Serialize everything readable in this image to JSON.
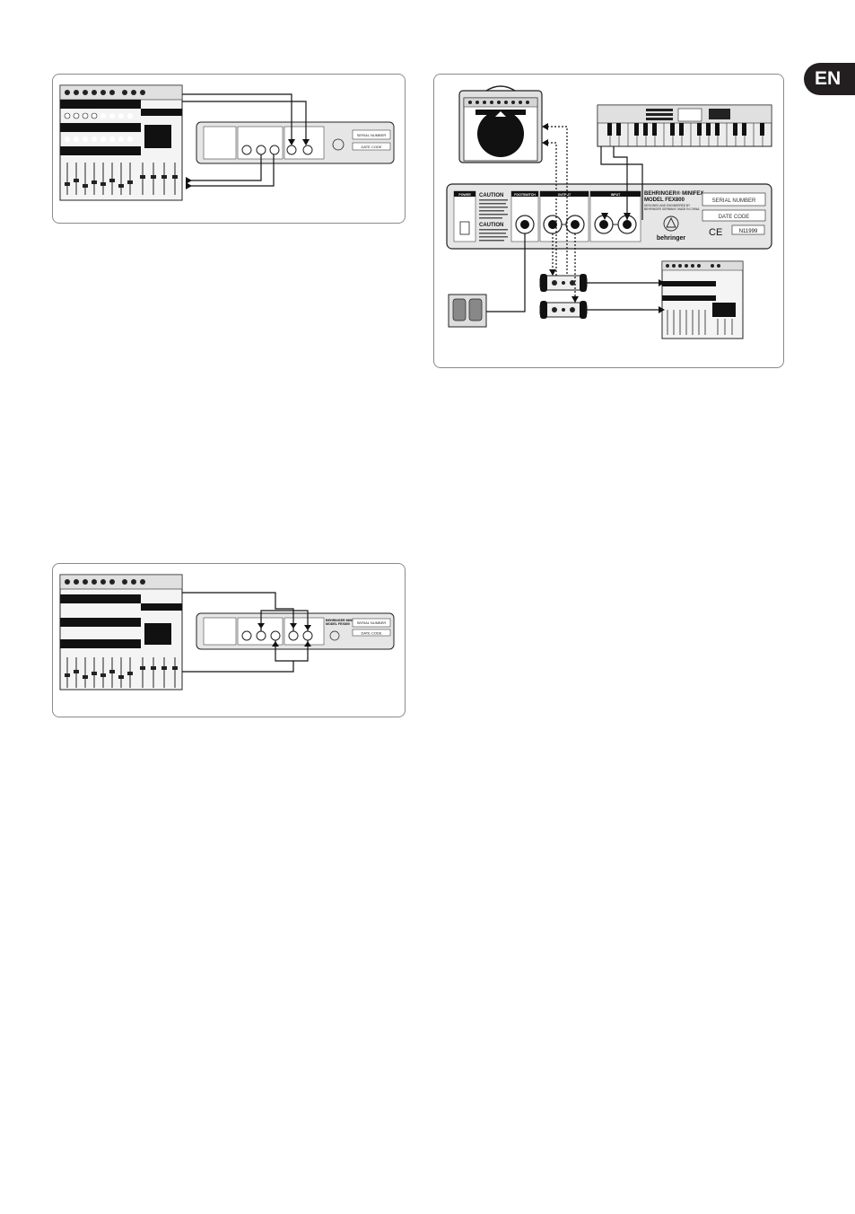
{
  "page": {
    "language_tab": "EN"
  },
  "figure_1": {
    "fx_panel": {
      "serial_label": "SERIAL NUMBER",
      "date_label": "DATE CODE"
    }
  },
  "figure_2": {
    "amp": {},
    "keyboard": {},
    "fx_panel": {
      "power_heading": "POWER",
      "caution_1": "CAUTION",
      "caution_2": "CAUTION",
      "footswitch_heading": "FOOTSWITCH",
      "outputs_heading": "OUTPUT",
      "inputs_heading": "INPUT",
      "brand_line_1": "BEHRINGER® MINIFEX",
      "brand_line_2": "MODEL FEX800",
      "designed_line_1": "DESIGNED AND ENGINEERED BY",
      "designed_line_2": "BEHRINGER GERMANY, MADE IN CHINA.",
      "serial_label": "SERIAL NUMBER",
      "date_label": "DATE CODE",
      "logo_text": "behringer",
      "ce_mark": "CE",
      "cert_code": "N11999"
    }
  },
  "figure_3": {
    "fx_panel": {
      "brand_line_1": "BEHRINGER MINIFEX",
      "brand_line_2": "MODEL FEX800",
      "serial_label": "SERIAL NUMBER",
      "date_label": "DATE CODE"
    }
  }
}
